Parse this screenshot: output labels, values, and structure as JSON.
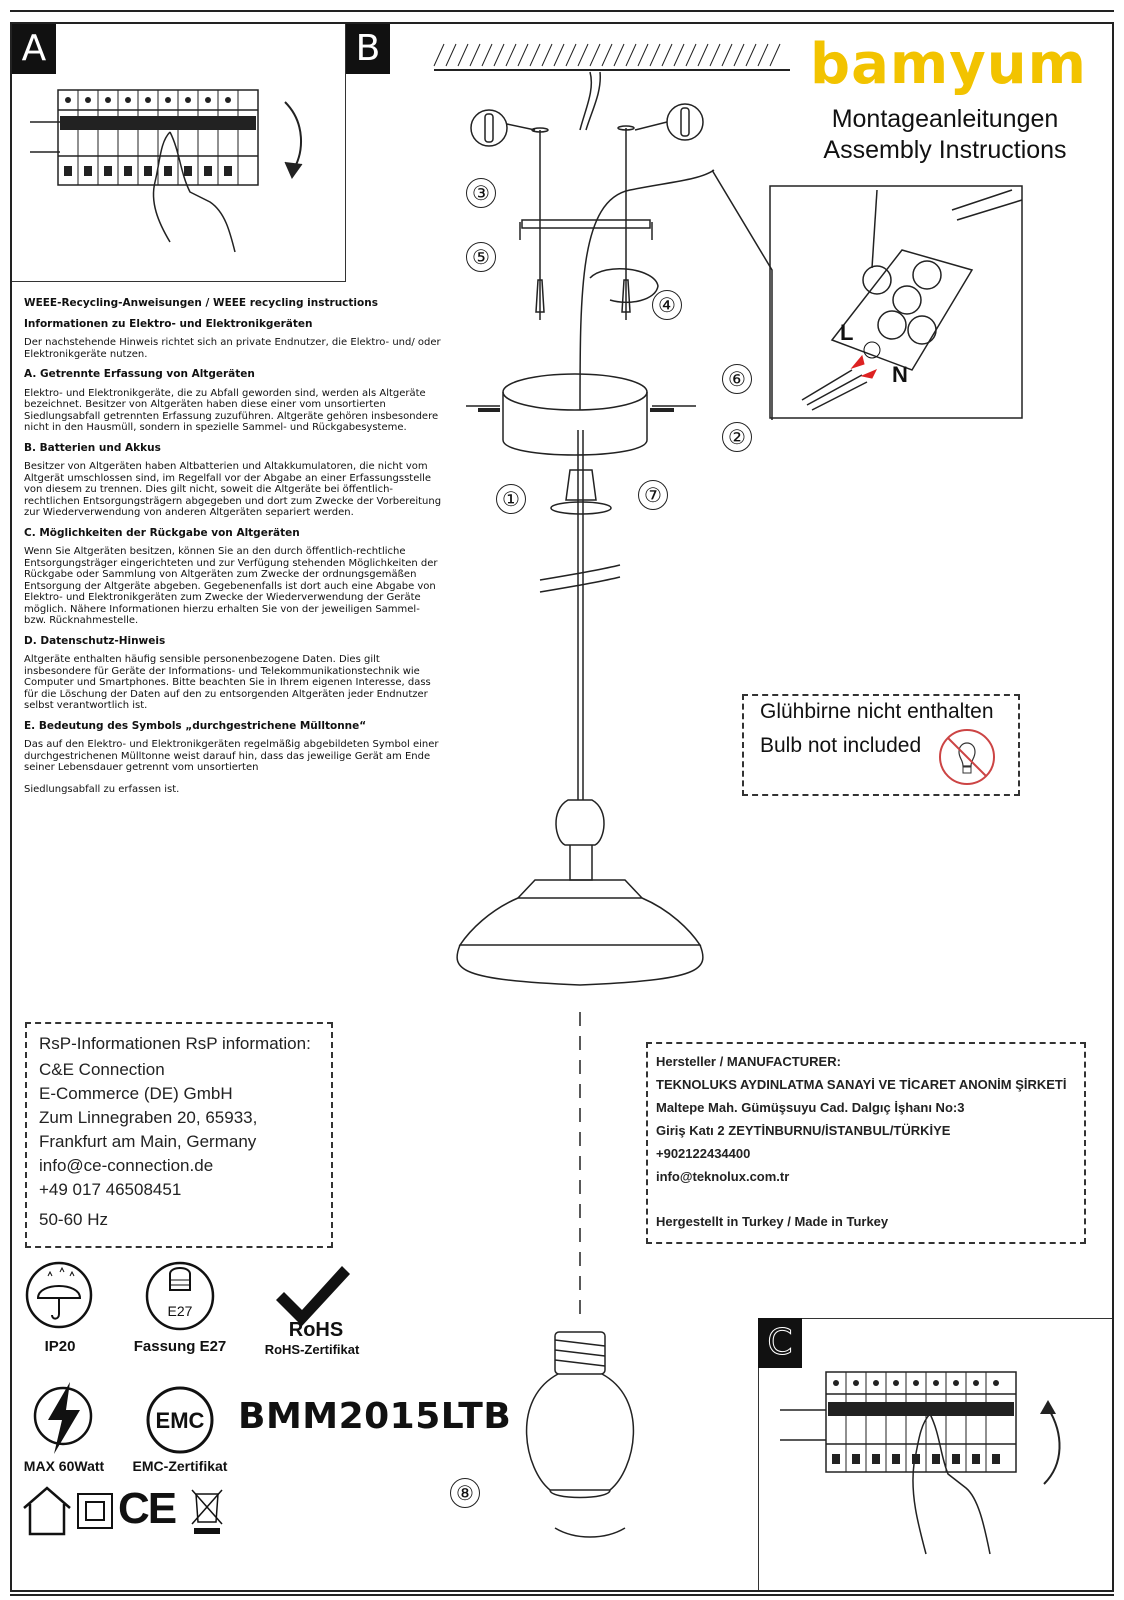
{
  "panels": {
    "a": "A",
    "b": "B",
    "c": "C"
  },
  "brand": {
    "logo_text": "bamyum",
    "subtitle_de": "Montageanleitungen",
    "subtitle_en": "Assembly Instructions",
    "color": "#f2c300"
  },
  "steps": [
    "①",
    "②",
    "③",
    "④",
    "⑤",
    "⑥",
    "⑦",
    "⑧"
  ],
  "weee": {
    "title": "WEEE-Recycling-Anweisungen / WEEE recycling instructions",
    "subtitle": "Informationen zu Elektro- und Elektronikgeräten",
    "intro": "Der nachstehende Hinweis richtet sich an private Endnutzer, die Elektro- und/ oder Elektronikgeräte nutzen.",
    "sections": [
      {
        "heading": "A. Getrennte Erfassung von Altgeräten",
        "text": "Elektro- und Elektronikgeräte, die zu Abfall geworden sind, werden als Altgeräte bezeichnet. Besitzer von Altgeräten haben diese einer vom unsortierten Siedlungsabfall getrennten Erfassung zuzuführen. Altgeräte gehören insbesondere nicht in den Hausmüll, sondern in spezielle Sammel- und Rückgabesysteme."
      },
      {
        "heading": "B. Batterien und Akkus",
        "text": "Besitzer von Altgeräten haben Altbatterien und Altakkumulatoren, die nicht vom Altgerät umschlossen sind, im Regelfall vor der Abgabe an einer Erfassungsstelle von diesem zu trennen. Dies gilt nicht, soweit die Altgeräte bei öffentlich-rechtlichen Entsorgungsträgern abgegeben und dort zum Zwecke der Vorbereitung zur Wiederverwendung von anderen Altgeräten separiert werden."
      },
      {
        "heading": "C. Möglichkeiten der Rückgabe von Altgeräten",
        "text": "Wenn Sie Altgeräten besitzen, können Sie an den durch öffentlich-rechtliche Entsorgungsträger eingerichteten und zur Verfügung stehenden Möglichkeiten der Rückgabe oder Sammlung von Altgeräten zum Zwecke der ordnungsgemäßen Entsorgung der Altgeräte abgeben. Gegebenenfalls ist dort auch eine Abgabe von Elektro- und Elektronikgeräten zum Zwecke der Wiederverwendung der Geräte möglich. Nähere Informationen hierzu erhalten Sie von der jeweiligen Sammel- bzw. Rücknahmestelle."
      },
      {
        "heading": "D. Datenschutz-Hinweis",
        "text": "Altgeräte enthalten häufig sensible personenbezogene Daten. Dies gilt insbesondere für Geräte der Informations- und Telekommunikationstechnik wie Computer und Smartphones. Bitte beachten Sie in Ihrem eigenen Interesse, dass für die Löschung der Daten auf den zu entsorgenden Altgeräten jeder Endnutzer selbst verantwortlich ist."
      },
      {
        "heading": "E. Bedeutung des Symbols „durchgestrichene Mülltonne“",
        "text": "Das auf den Elektro- und Elektronikgeräten regelmäßig abgebildeten Symbol einer durchgestrichenen Mülltonne weist darauf hin, dass das jeweilige Gerät am Ende seiner Lebensdauer getrennt vom unsortierten"
      }
    ],
    "outro": "Siedlungsabfall zu erfassen ist."
  },
  "bulb_note": {
    "de": "Glühbirne nicht enthalten",
    "en": "Bulb not included"
  },
  "rsp": {
    "title": "RsP-Informationen RsP information:",
    "lines": [
      "C&E Connection",
      "E-Commerce (DE) GmbH",
      "Zum Linnegraben 20, 65933,",
      "Frankfurt am Main, Germany",
      "info@ce-connection.de",
      "+49 017 46508451"
    ],
    "frequency": "50-60 Hz"
  },
  "manufacturer": {
    "title": "Hersteller / MANUFACTURER:",
    "lines": [
      "TEKNOLUKS AYDINLATMA SANAYİ VE TİCARET ANONİM ŞİRKETİ",
      "Maltepe Mah. Gümüşsuyu Cad. Dalgıç İşhanı No:3",
      "Giriş Katı 2 ZEYTİNBURNU/İSTANBUL/TÜRKİYE",
      "+902122434400",
      "info@teknolux.com.tr"
    ],
    "made_in": "Hergestellt in Turkey / Made in Turkey"
  },
  "certs": {
    "ip": "IP20",
    "socket_badge": "E27",
    "socket": "Fassung E27",
    "rohs_badge": "RoHS",
    "rohs": "RoHS-Zertifikat",
    "max_watt": "MAX 60Watt",
    "emc_badge": "EMC",
    "emc": "EMC-Zertifikat",
    "ce": "CE"
  },
  "wiring": {
    "live": "L",
    "neutral": "N"
  },
  "model": "BMM2015LTB"
}
